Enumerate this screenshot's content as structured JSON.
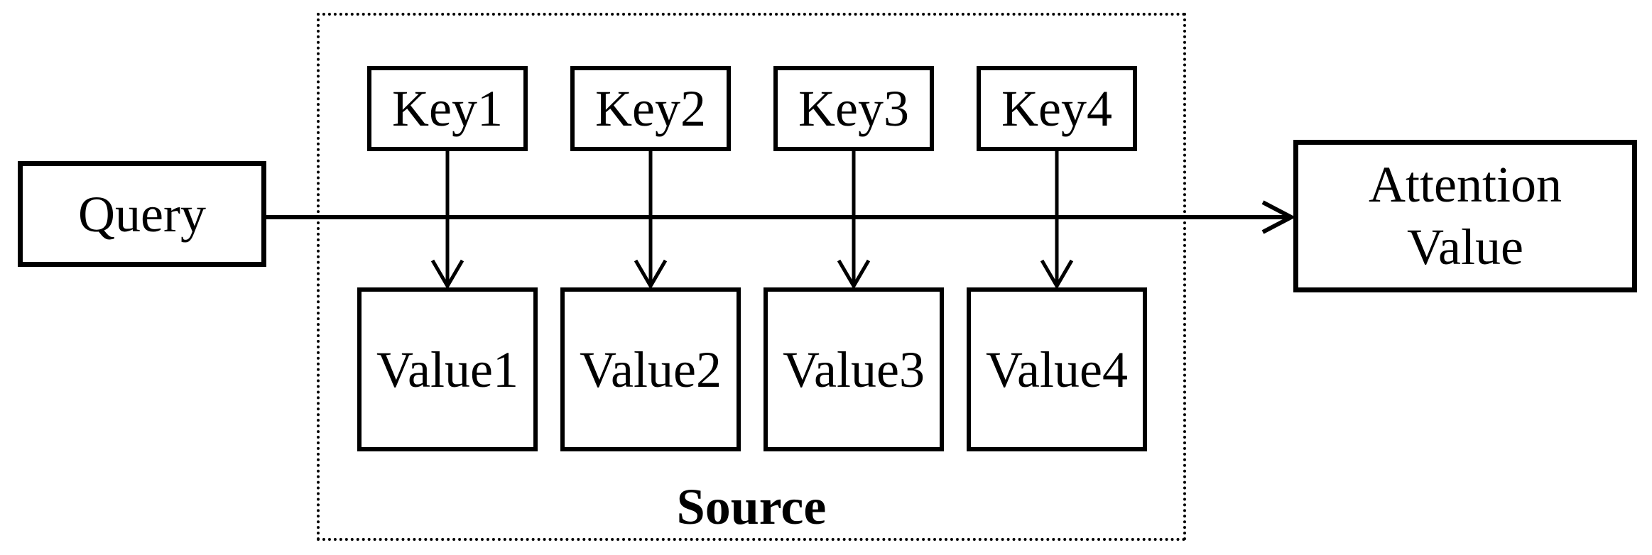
{
  "colors": {
    "ink": "#000000",
    "background": "#ffffff"
  },
  "query": {
    "label": "Query"
  },
  "source": {
    "label": "Source",
    "keys": [
      {
        "label": "Key1"
      },
      {
        "label": "Key2"
      },
      {
        "label": "Key3"
      },
      {
        "label": "Key4"
      }
    ],
    "values": [
      {
        "label": "Value1"
      },
      {
        "label": "Value2"
      },
      {
        "label": "Value3"
      },
      {
        "label": "Value4"
      }
    ]
  },
  "output": {
    "label": "Attention Value",
    "line1": "Attention",
    "line2": "Value"
  }
}
